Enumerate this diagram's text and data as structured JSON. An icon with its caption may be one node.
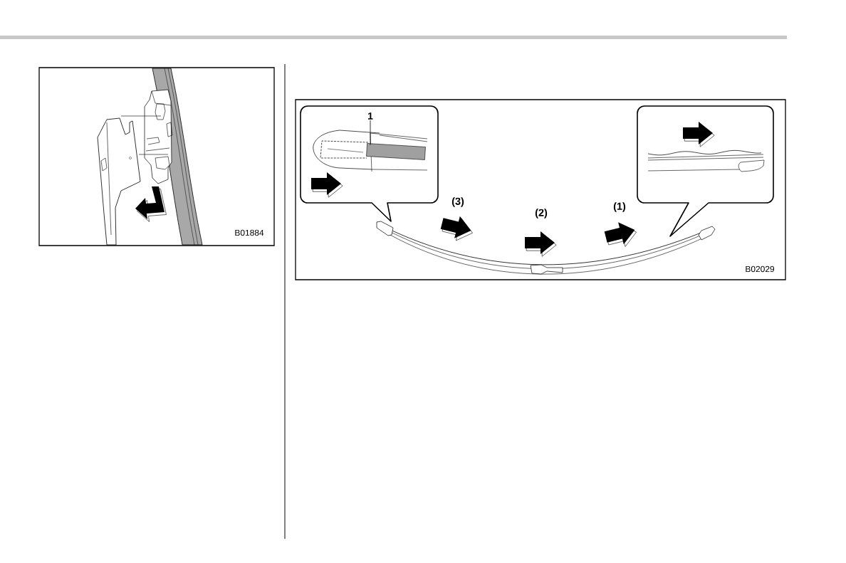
{
  "diagram": {
    "nodes": [
      {
        "text": [
          "1"
        ]
      },
      {
        "text": [],
        "shape": "bar"
      }
    ],
    "edges": [
      {
        "from": 0,
        "to": 1,
        "arrow": "none"
      }
    ],
    "labels": [
      "B01884",
      "(3)",
      "(2)",
      "(1)",
      "B02029"
    ]
  }
}
